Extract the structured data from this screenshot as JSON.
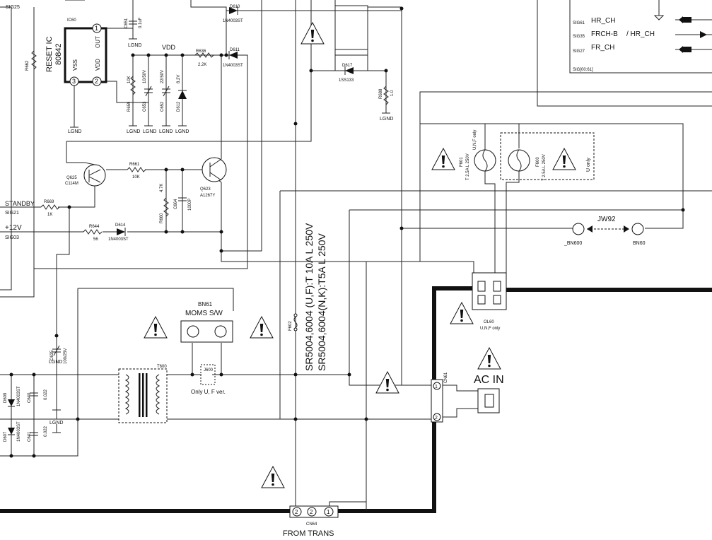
{
  "reset_ic": {
    "ref": "IC60",
    "title": "RESET IC",
    "part": "80842",
    "pin1": "OUT",
    "pin2": "VDD",
    "pin3": "VSS",
    "n1": "1",
    "n2": "2",
    "n3": "3"
  },
  "nets": {
    "vdd": "VDD",
    "lgnd": "LGND",
    "standby": "STANDBY",
    "sig21": "SIG21",
    "v12": "+12V",
    "sig03": "SIG03",
    "sig25": "SIG25"
  },
  "parts": {
    "r662": "R662",
    "c651": "C651",
    "c651v": "0.1uF",
    "r659": "R659",
    "r659v": "10K",
    "c653": "C653",
    "c653v": "10/50V",
    "c652": "C652",
    "c652v": "22/50V",
    "d612": "D612",
    "d612v": "8.2V",
    "r636": "R636",
    "r636v": "2.2K",
    "d610": "D610",
    "d610v": "1N4003ST",
    "d611": "D611",
    "d611v": "1N4003ST",
    "q625": "Q625",
    "q625v": "C114M",
    "r661": "R661",
    "r661v": "10K",
    "r660": "R660",
    "r660v": "4.7K",
    "c664": "C664",
    "c664v": "1000P",
    "q623": "Q623",
    "q623v": "A1267Y",
    "r669": "R669",
    "r669v": "1K",
    "r644": "R644",
    "r644v": "56",
    "d614": "D614",
    "d614v": "1N4003ST",
    "d617": "D617",
    "d617v": "1SS133",
    "r688": "R688",
    "r688v": "1.0",
    "c635": "C635",
    "c635v": "100/25V",
    "d609": "D609",
    "d609v": "1N4003ST",
    "c640": "C640",
    "c640v": "0.022",
    "d607": "D607",
    "d607v": "1N4003ST",
    "c641": "C641",
    "c641v": "0.022",
    "t600": "T600",
    "bn61": "BN61",
    "bn61v": "MOMS S/W",
    "j600": "J600",
    "j600note": "Only U, F ver.",
    "f602": "F602",
    "fuse_note1": "SR5004,6004 (U,F):T 10A L 250V",
    "fuse_note2": "SR5004,6004(N,K):T5A L 250V",
    "f601": "F601",
    "f601v": "T 2.5A L 250V",
    "f601note": "U,N,F only",
    "f600": "F600",
    "f600v": "T 2.5A L 250V",
    "f600note": "U only",
    "jw92": "JW92",
    "bn600": "_BN600",
    "bn60": "BN60",
    "ol60": "OL60",
    "ol60note": "U,N,F only",
    "cn61": "CN61",
    "acin": "AC IN",
    "cn64": "CN64",
    "fromtrans": "FROM TRANS",
    "cn64p2": "2",
    "cn64p2b": "2",
    "cn64p1": "1",
    "cn61p1": "1",
    "cn61p2": "2"
  },
  "bus": {
    "sig61": "SIG61",
    "hr": "HR_CH",
    "sig35": "SIG35",
    "frch": "FRCH-B",
    "hrch2": "/ HR_CH",
    "sig27": "SIG27",
    "fr": "FR_CH",
    "sigbus": "SIG[00:61]"
  }
}
